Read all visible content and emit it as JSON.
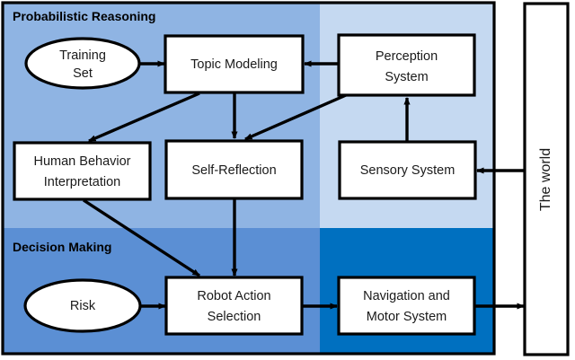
{
  "diagram": {
    "title_visible": false,
    "outer_world": {
      "label": "The world",
      "orientation": "vertical-bottom-to-top"
    },
    "quadrants": [
      {
        "name": "probabilistic-reasoning-left",
        "label": "Probabilistic Reasoning",
        "color": "#8FB4E3",
        "show_label": true
      },
      {
        "name": "probabilistic-reasoning-right",
        "label": "",
        "color": "#C5D9F1",
        "show_label": false
      },
      {
        "name": "decision-making-left",
        "label": "Decision Making",
        "color": "#5B8FD4",
        "show_label": true
      },
      {
        "name": "decision-making-right",
        "label": "",
        "color": "#0070C0",
        "show_label": false
      }
    ],
    "ellipses": [
      {
        "name": "training-set",
        "lines": [
          "Training",
          "Set"
        ]
      },
      {
        "name": "risk",
        "lines": [
          "Risk"
        ]
      }
    ],
    "boxes": [
      {
        "name": "topic-modeling",
        "lines": [
          "Topic Modeling"
        ]
      },
      {
        "name": "perception-system",
        "lines": [
          "Perception",
          "System"
        ]
      },
      {
        "name": "human-behavior-interpretation",
        "lines": [
          "Human Behavior",
          "Interpretation"
        ]
      },
      {
        "name": "self-reflection",
        "lines": [
          "Self-Reflection"
        ]
      },
      {
        "name": "sensory-system",
        "lines": [
          "Sensory System"
        ]
      },
      {
        "name": "robot-action-selection",
        "lines": [
          "Robot Action",
          "Selection"
        ]
      },
      {
        "name": "navigation-and-motor-system",
        "lines": [
          "Navigation and",
          "Motor System"
        ]
      }
    ],
    "arrows": [
      {
        "name": "training-set-to-topic-modeling",
        "from": "training-set",
        "to": "topic-modeling"
      },
      {
        "name": "perception-system-to-topic-modeling",
        "from": "perception-system",
        "to": "topic-modeling"
      },
      {
        "name": "topic-modeling-to-human-behavior",
        "from": "topic-modeling",
        "to": "human-behavior-interpretation"
      },
      {
        "name": "topic-modeling-to-self-reflection",
        "from": "topic-modeling",
        "to": "self-reflection"
      },
      {
        "name": "perception-system-to-self-reflection",
        "from": "perception-system",
        "to": "self-reflection"
      },
      {
        "name": "sensory-system-to-perception-system",
        "from": "sensory-system",
        "to": "perception-system"
      },
      {
        "name": "world-to-sensory-system",
        "from": "the-world",
        "to": "sensory-system"
      },
      {
        "name": "human-behavior-to-robot-action-selection",
        "from": "human-behavior-interpretation",
        "to": "robot-action-selection"
      },
      {
        "name": "self-reflection-to-robot-action-selection",
        "from": "self-reflection",
        "to": "robot-action-selection"
      },
      {
        "name": "risk-to-robot-action-selection",
        "from": "risk",
        "to": "robot-action-selection"
      },
      {
        "name": "robot-action-to-navigation",
        "from": "robot-action-selection",
        "to": "navigation-and-motor-system"
      },
      {
        "name": "navigation-to-world",
        "from": "navigation-and-motor-system",
        "to": "the-world"
      }
    ],
    "colors": {
      "quad_top_left": "#8FB4E3",
      "quad_top_right": "#C5D9F1",
      "quad_bottom_left": "#5B8FD4",
      "quad_bottom_right": "#0070C0",
      "node_fill": "#FFFFFF",
      "stroke": "#000000"
    }
  }
}
